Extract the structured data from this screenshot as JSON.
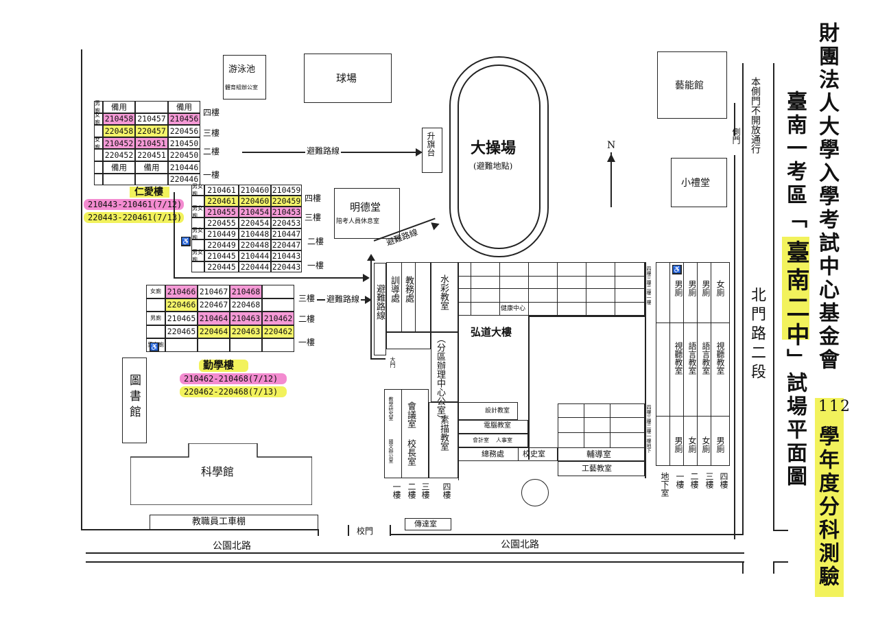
{
  "title": {
    "org": "財團法人大學入學考試中心基金會",
    "year": "112",
    "exam": "學年度分科測驗",
    "region": "臺南一考區",
    "school": "臺南二中",
    "site": "」試場平面圖",
    "bracket_open": "「"
  },
  "map": {
    "pool": "游泳池",
    "pe_office": "體育組辦公室",
    "court": "球場",
    "field": "大操場",
    "field_note": "(避難地點)",
    "flag": "升旗台",
    "arts_hall": "藝能館",
    "side_gate_note": "本側門不開放通行",
    "side_gate": "側門",
    "small_auditorium": "小禮堂",
    "mingde": "明德堂",
    "mingde_note": "陪考人員休息室",
    "north": "N",
    "beimen_road": "北門路二段",
    "library": "圖書館",
    "science": "科學館",
    "staff_shed": "教職員工車棚",
    "main_gate": "校門",
    "guard": "傳達室",
    "park_road_left": "公園北路",
    "park_road_right": "公園北路",
    "evac": "避難路線",
    "hongdao": "弘道大樓",
    "counsel": "訓導處",
    "academic": "教務處",
    "watercolor": "水彩教室",
    "evac_v": "避難路線",
    "district_office": "（分區辦理中心公室）",
    "big_gate": "大門",
    "sketch": "素描教室",
    "meeting": "會議室",
    "principal": "校長室",
    "computer": "電腦教室",
    "design": "設計教室",
    "accounting": "會計室",
    "personnel": "人事室",
    "general": "總務處",
    "history": "校史室",
    "guidance": "輔導室",
    "craft": "工藝教室",
    "health": "健康中心",
    "teacher_office": "教學研究室",
    "chinese_office": "國文辦公室",
    "stair_labels": [
      "一樓",
      "二樓",
      "三樓",
      "四樓"
    ],
    "right_stair_labels": [
      "一樓",
      "二樓",
      "三樓",
      "四樓"
    ],
    "basement": "地下室",
    "av_room": "視聽教室",
    "lang_room": "語言教室",
    "male_wc": "男廁",
    "female_wc": "女廁",
    "floor4": "四樓",
    "floor3": "三樓",
    "floor2": "二樓",
    "floor1": "一樓",
    "spare": "備用",
    "small_wc_m": "男廁",
    "small_wc_f": "女廁",
    "small_wc_mf": "男女廁",
    "ren_ai": "仁愛樓",
    "ren_ai_day1": "210443-210461(7/12)",
    "ren_ai_day2": "220443-220461(7/13)",
    "qin_xue": "勤學樓",
    "qin_xue_day1": "210462-210468(7/12)",
    "qin_xue_day2": "220462-220468(7/13)",
    "stairs_side_left": "四樓三樓二樓一樓",
    "stairs_side_right": "四樓三樓二樓一樓地下"
  },
  "rooms": {
    "ra_west": [
      [
        "男廁",
        "備用",
        "",
        "備用"
      ],
      [
        "女廁",
        "210458",
        "210457",
        "210456"
      ],
      [
        "",
        "220458",
        "220457",
        "220456"
      ],
      [
        "女廁",
        "210452",
        "210451",
        "210450"
      ],
      [
        "",
        "220452",
        "220451",
        "220450"
      ],
      [
        "",
        "備用",
        "備用",
        "210446"
      ],
      [
        "",
        "",
        "",
        "220446"
      ]
    ],
    "ra_east": [
      [
        "男女廁",
        "210461",
        "210460",
        "210459"
      ],
      [
        "",
        "220461",
        "220460",
        "220459"
      ],
      [
        "男女廁",
        "210455",
        "210454",
        "210453"
      ],
      [
        "",
        "220455",
        "220454",
        "220453"
      ],
      [
        "男女廁",
        "210449",
        "210448",
        "210447"
      ],
      [
        "",
        "220449",
        "220448",
        "220447"
      ],
      [
        "男女廁",
        "210445",
        "210444",
        "210443"
      ],
      [
        "",
        "220445",
        "220444",
        "220443"
      ]
    ],
    "qx": [
      [
        "女廁",
        "210466",
        "210467",
        "210468",
        ""
      ],
      [
        "",
        "220466",
        "220467",
        "220468",
        ""
      ],
      [
        "男廁",
        "210465",
        "210464",
        "210463",
        "210462"
      ],
      [
        "",
        "220465",
        "220464",
        "220463",
        "220462"
      ],
      [
        "男女廁",
        "",
        "",
        "",
        ""
      ]
    ]
  },
  "colors": {
    "pink": "#f59ad6",
    "yellow": "#f4f46a",
    "ink": "#222222"
  }
}
